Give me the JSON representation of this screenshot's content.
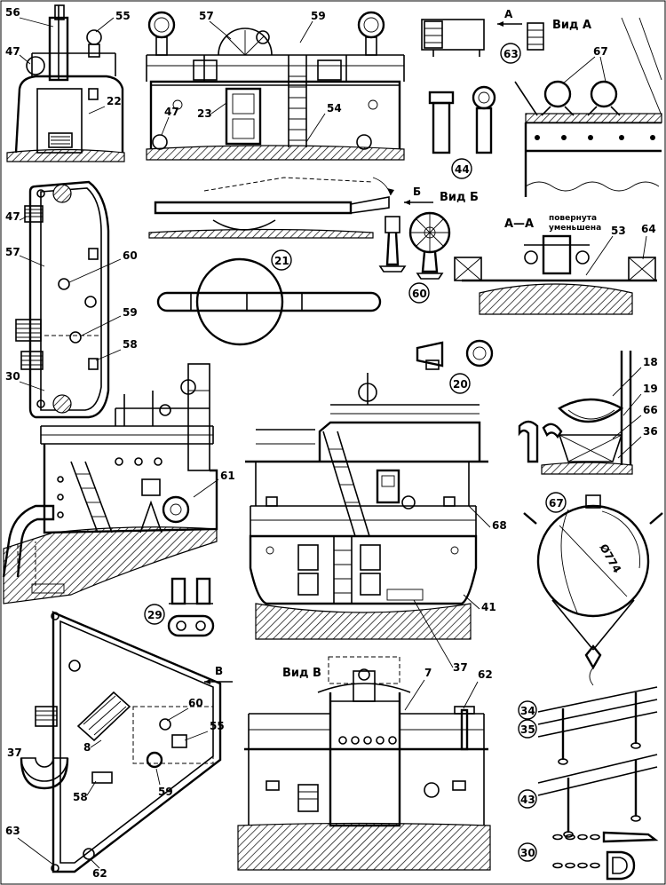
{
  "views": {
    "vid_a": "Вид А",
    "vid_b": "Вид Б",
    "vid_v": "Вид В",
    "section_aa": "А—А",
    "section_note_1": "повернута",
    "section_note_2": "уменьшена",
    "arrow_a": "А",
    "arrow_b": "Б",
    "arrow_v": "В"
  },
  "callouts": {
    "c56": "56",
    "c55_top": "55",
    "c47_top": "47",
    "c22": "22",
    "c57_top": "57",
    "c59_top": "59",
    "c47_mid": "47",
    "c23": "23",
    "c54": "54",
    "c67": "67",
    "c47_plan": "47",
    "c57_plan": "57",
    "c60_plan": "60",
    "c59_plan": "59",
    "c58_plan": "58",
    "c30_plan": "30",
    "c53": "53",
    "c64": "64",
    "c18": "18",
    "c19": "19",
    "c66": "66",
    "c36": "36",
    "c61": "61",
    "c68": "68",
    "c41": "41",
    "c37_front": "37",
    "c7": "7",
    "c62_v": "62",
    "c60_tri": "60",
    "c55_tri": "55",
    "c8": "8",
    "c37_tri": "37",
    "c58_tri": "58",
    "c59_tri": "59",
    "c63_tri": "63",
    "c62_tri": "62"
  },
  "circled": {
    "n63": "63",
    "n44": "44",
    "n21": "21",
    "n60": "60",
    "n20": "20",
    "n67": "67",
    "n29": "29",
    "n34": "34",
    "n35": "35",
    "n43": "43",
    "n30": "30"
  },
  "dimension": "Ø774"
}
